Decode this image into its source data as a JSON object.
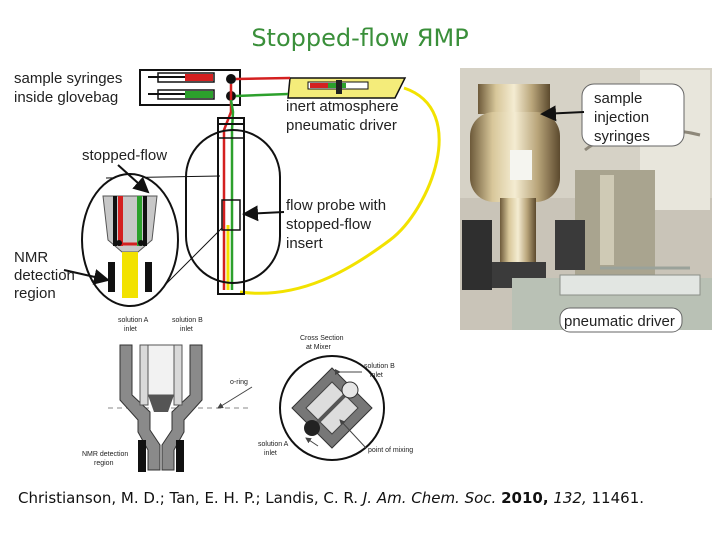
{
  "title": "Stopped-flow ЯМР",
  "schematic": {
    "sample_syringes": [
      "sample syringes",
      "inside glovebag"
    ],
    "inert_driver": [
      "inert atmosphere",
      "pneumatic driver"
    ],
    "stopped_flow": "stopped-flow",
    "flow_probe": [
      "flow probe with",
      "stopped-flow",
      "insert"
    ],
    "nmr_region": [
      "NMR",
      "detection",
      "region"
    ]
  },
  "photo": {
    "sample_injection": [
      "sample",
      "injection",
      "syringes"
    ],
    "pneumatic_driver": "pneumatic driver"
  },
  "mixer": {
    "solution_a_inlet": [
      "solution A",
      "inlet"
    ],
    "solution_b_inlet": [
      "solution B",
      "inlet"
    ],
    "o_ring": "o-ring",
    "nmr_detection_region": [
      "NMR detection",
      "region"
    ],
    "cross_section": [
      "Cross Section",
      "at Mixer"
    ],
    "cs_solution_b": [
      "solution B",
      "inlet"
    ],
    "cs_solution_a": [
      "solution A",
      "inlet"
    ],
    "point_of_mixing": "point of mixing"
  },
  "citation": {
    "authors": "Christianson, M. D.; Tan, E. H. P.; Landis, C. R.",
    "journal": "J. Am. Chem. Soc.",
    "year": "2010,",
    "volume": "132,",
    "pages": "11461."
  },
  "colors": {
    "title_green": "#3a8f3a",
    "line_red": "#d42020",
    "line_green": "#2ca02c",
    "line_yellow": "#f2e200"
  }
}
